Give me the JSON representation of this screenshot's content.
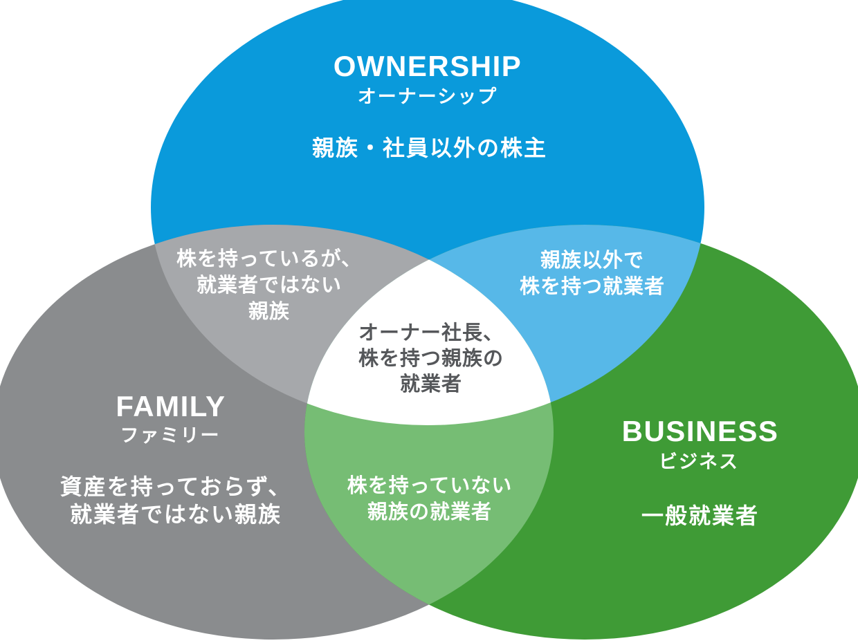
{
  "diagram": {
    "background": "#FFFFFF",
    "default_text_color": "#FFFFFF",
    "circles": {
      "ownership": {
        "title": "OWNERSHIP",
        "subtitle": "オーナーシップ",
        "description": "親族・社員以外の株主",
        "color": "#0A9ADB"
      },
      "family": {
        "title": "FAMILY",
        "subtitle": "ファミリー",
        "description_line1": "資産を持っておらず、",
        "description_line2": "就業者ではない親族",
        "color": "#8A8C8E"
      },
      "business": {
        "title": "BUSINESS",
        "subtitle": "ビジネス",
        "description": "一般就業者",
        "color": "#3F9B36"
      }
    },
    "overlaps": {
      "ownership_family": {
        "line1": "株を持っているが、",
        "line2": "就業者ではない",
        "line3": "親族",
        "color": "#A6A8AB"
      },
      "ownership_business": {
        "line1": "親族以外で",
        "line2": "株を持つ就業者",
        "color": "#57B8E8"
      },
      "family_business": {
        "line1": "株を持っていない",
        "line2": "親族の就業者",
        "color": "#76BD74"
      },
      "center": {
        "line1": "オーナー社長、",
        "line2": "株を持つ親族の",
        "line3": "就業者",
        "color": "#FFFFFF",
        "text_color": "#55575A"
      }
    }
  }
}
